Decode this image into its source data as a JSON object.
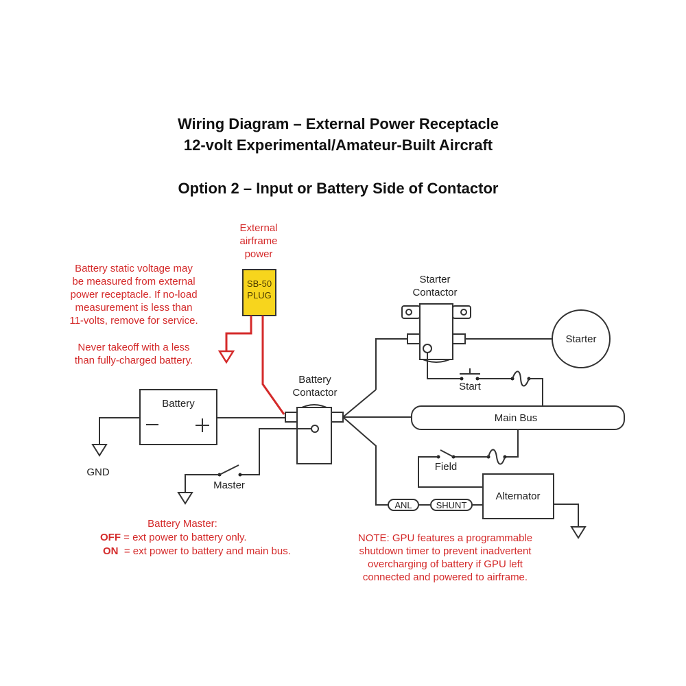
{
  "title": {
    "line1": "Wiring Diagram – External Power Receptacle",
    "line2": "12-volt Experimental/Amateur-Built Aircraft",
    "subtitle": "Option 2 – Input or Battery Side of Contactor"
  },
  "colors": {
    "wire": "#333333",
    "external_power_wire": "#d42a2a",
    "note_text": "#d42a2a",
    "plug_fill": "#f7d51d"
  },
  "external_power": {
    "label_lines": [
      "External",
      "airframe",
      "power"
    ],
    "plug_lines": [
      "SB-50",
      "PLUG"
    ]
  },
  "note_battery": {
    "lines": [
      "Battery static voltage may",
      "be measured from external",
      "power receptacle. If no-load",
      "measurement is less than",
      "11-volts, remove for service."
    ],
    "warning_lines": [
      "Never takeoff with a less",
      "than fully-charged battery."
    ]
  },
  "components": {
    "battery": {
      "label": "Battery",
      "minus": "–",
      "plus": "+"
    },
    "gnd": "GND",
    "battery_contactor": [
      "Battery",
      "Contactor"
    ],
    "starter_contactor": [
      "Starter",
      "Contactor"
    ],
    "starter": "Starter",
    "start_switch": "Start",
    "main_bus": "Main Bus",
    "field_switch": "Field",
    "alternator": "Alternator",
    "anl": "ANL",
    "shunt": "SHUNT",
    "master_switch": "Master"
  },
  "note_master": {
    "heading": "Battery Master:",
    "rows": [
      {
        "state": "OFF",
        "text": " = ext power to battery only."
      },
      {
        "state": "ON",
        "text": "  = ext power to battery and main bus."
      }
    ]
  },
  "note_gpu": {
    "lines": [
      "NOTE: GPU features a programmable",
      "shutdown timer to prevent inadvertent",
      "overcharging of battery if GPU left",
      "connected and powered to airframe."
    ]
  }
}
